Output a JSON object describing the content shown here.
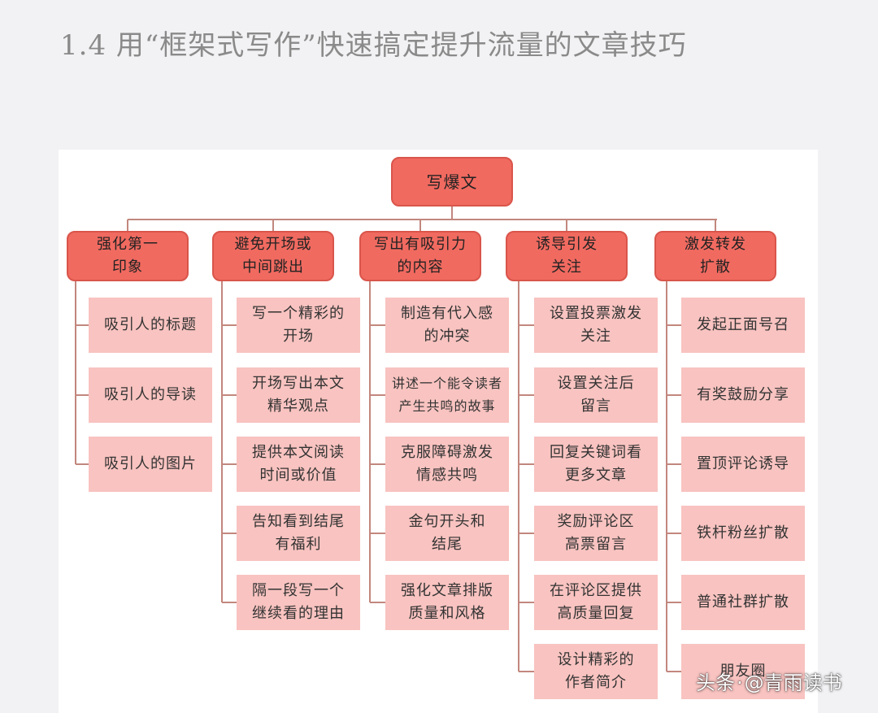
{
  "title": "1.4 用“框架式写作”快速搞定提升流量的文章技巧",
  "root": "写爆文",
  "branches": [
    {
      "label": "强化第一\n印象",
      "items": [
        "吸引人的标题",
        "吸引人的导读",
        "吸引人的图片"
      ]
    },
    {
      "label": "避免开场或\n中间跳出",
      "items": [
        "写一个精彩的\n开场",
        "开场写出本文\n精华观点",
        "提供本文阅读\n时间或价值",
        "告知看到结尾\n有福利",
        "隔一段写一个\n继续看的理由"
      ]
    },
    {
      "label": "写出有吸引力\n的内容",
      "items": [
        "制造有代入感\n的冲突",
        "讲述一个能令读者\n产生共鸣的故事",
        "克服障碍激发\n情感共鸣",
        "金句开头和\n结尾",
        "强化文章排版\n质量和风格"
      ]
    },
    {
      "label": "诱导引发\n关注",
      "items": [
        "设置投票激发\n关注",
        "设置关注后\n留言",
        "回复关键词看\n更多文章",
        "奖励评论区\n高票留言",
        "在评论区提供\n高质量回复",
        "设计精彩的\n作者简介"
      ]
    },
    {
      "label": "激发转发\n扩散",
      "items": [
        "发起正面号召",
        "有奖鼓励分享",
        "置顶评论诱导",
        "铁杆粉丝扩散",
        "普通社群扩散",
        "朋友圈"
      ]
    }
  ],
  "watermark": {
    "platform": "头条",
    "handle": "@青雨读书"
  },
  "colors": {
    "category": "#f16a60",
    "leaf": "#f8c3c0",
    "connector": "#c2877e"
  }
}
